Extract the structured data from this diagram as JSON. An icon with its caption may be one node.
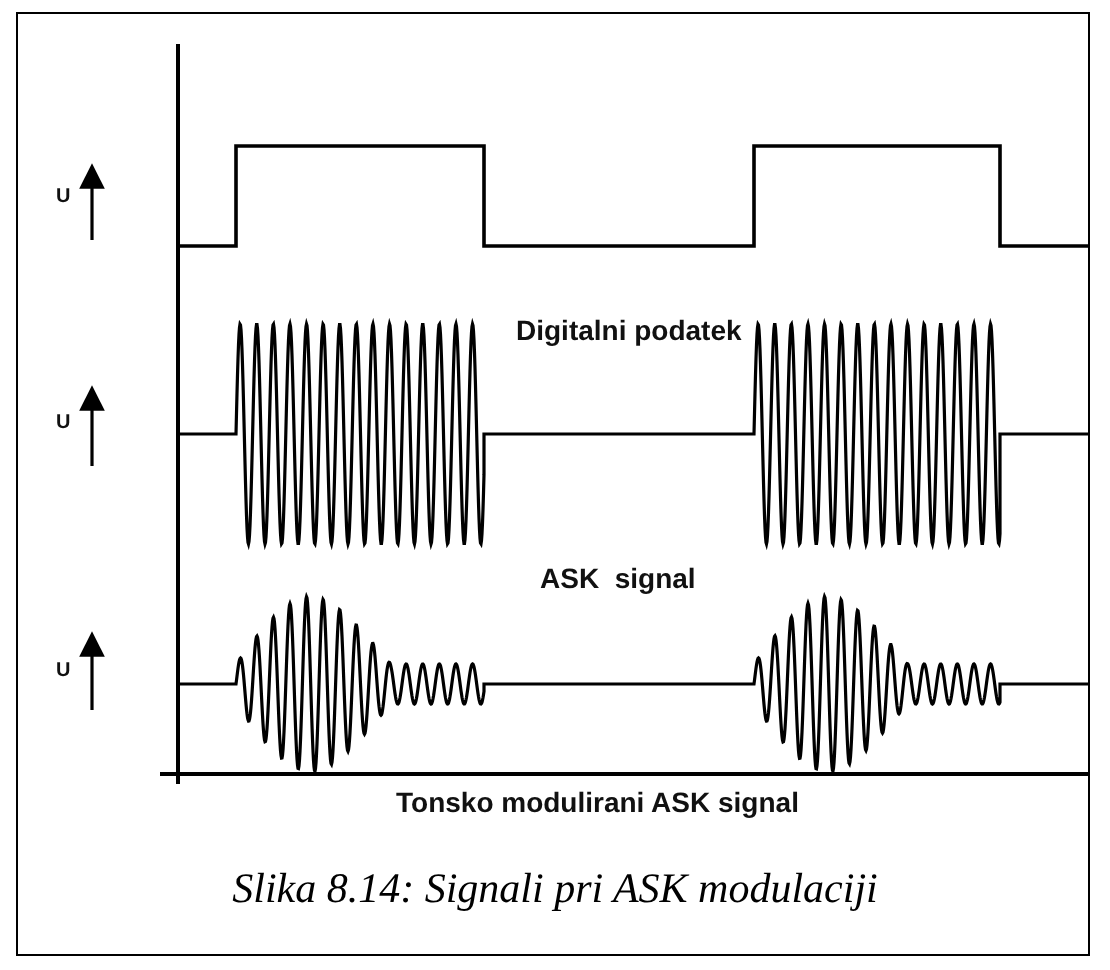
{
  "diagram": {
    "caption": "Slika 8.14: Signali pri ASK modulaciji",
    "labels": [
      "U",
      "Digitalni podatek",
      "U",
      "ASK  signal",
      "U",
      "Tonsko modulirani ASK signal"
    ]
  }
}
